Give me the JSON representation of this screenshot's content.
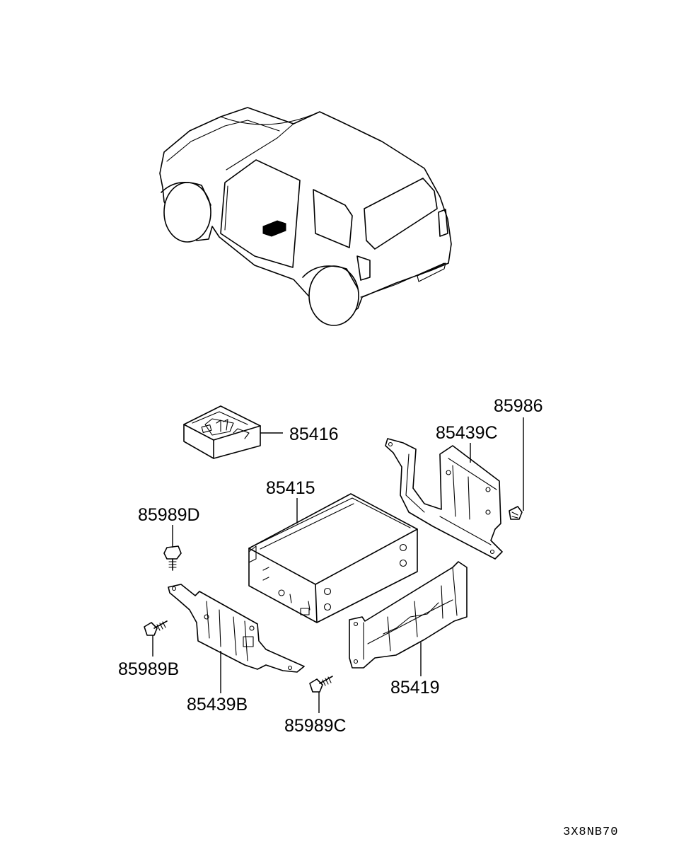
{
  "parts": {
    "p85416": "85416",
    "p85415": "85415",
    "p85986": "85986",
    "p85439C": "85439C",
    "p85989D": "85989D",
    "p85989B": "85989B",
    "p85439B": "85439B",
    "p85989C": "85989C",
    "p85419": "85419"
  },
  "diagram_code": "3X8NB70"
}
